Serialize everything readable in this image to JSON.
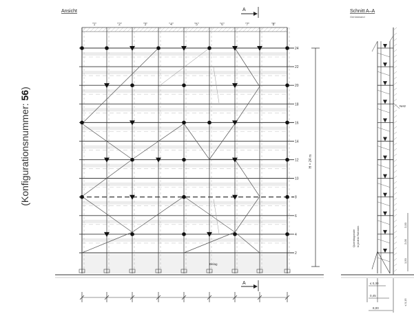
{
  "caption": {
    "prefix": "(Konfigurationsnummer: ",
    "number": "56",
    "suffix": ")"
  },
  "view": {
    "title": "Ansicht",
    "field_labels": [
      "\"1\"",
      "\"2\"",
      "\"3\"",
      "\"4\"",
      "\"5\"",
      "\"6\"",
      "\"7\"",
      "\"8\""
    ],
    "level_labels": [
      "24",
      "22",
      "20",
      "18",
      "16",
      "14",
      "12",
      "10",
      "8",
      "6",
      "4",
      "2"
    ],
    "height_dimension": "H = 24 m",
    "section_marker": "A",
    "note_label": "Belag"
  },
  "section": {
    "title": "Schnitt A–A",
    "subtitle": "Gerüstwand",
    "wall_label": "Netz",
    "vertical_note_line1": "Querdiagonale",
    "vertical_note_line2": "in jedem Rahmen",
    "dims_right": [
      "2,00",
      "2,00",
      "1,50"
    ],
    "dims_bottom": [
      "≤ 0,30",
      "0,45",
      "8,00"
    ],
    "dim_bottom_right": "≤ 0,15"
  }
}
